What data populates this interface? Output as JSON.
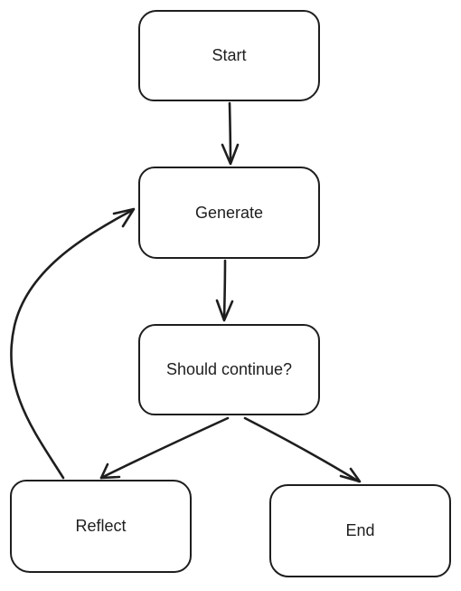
{
  "diagram": {
    "nodes": {
      "start": "Start",
      "generate": "Generate",
      "should_continue": "Should continue?",
      "reflect": "Reflect",
      "end": "End"
    },
    "edges": [
      {
        "from": "Start",
        "to": "Generate"
      },
      {
        "from": "Generate",
        "to": "Should continue?"
      },
      {
        "from": "Should continue?",
        "to": "Reflect"
      },
      {
        "from": "Should continue?",
        "to": "End"
      },
      {
        "from": "Reflect",
        "to": "Generate"
      }
    ],
    "colors": {
      "stroke": "#1e1e1e",
      "background": "#ffffff"
    }
  }
}
